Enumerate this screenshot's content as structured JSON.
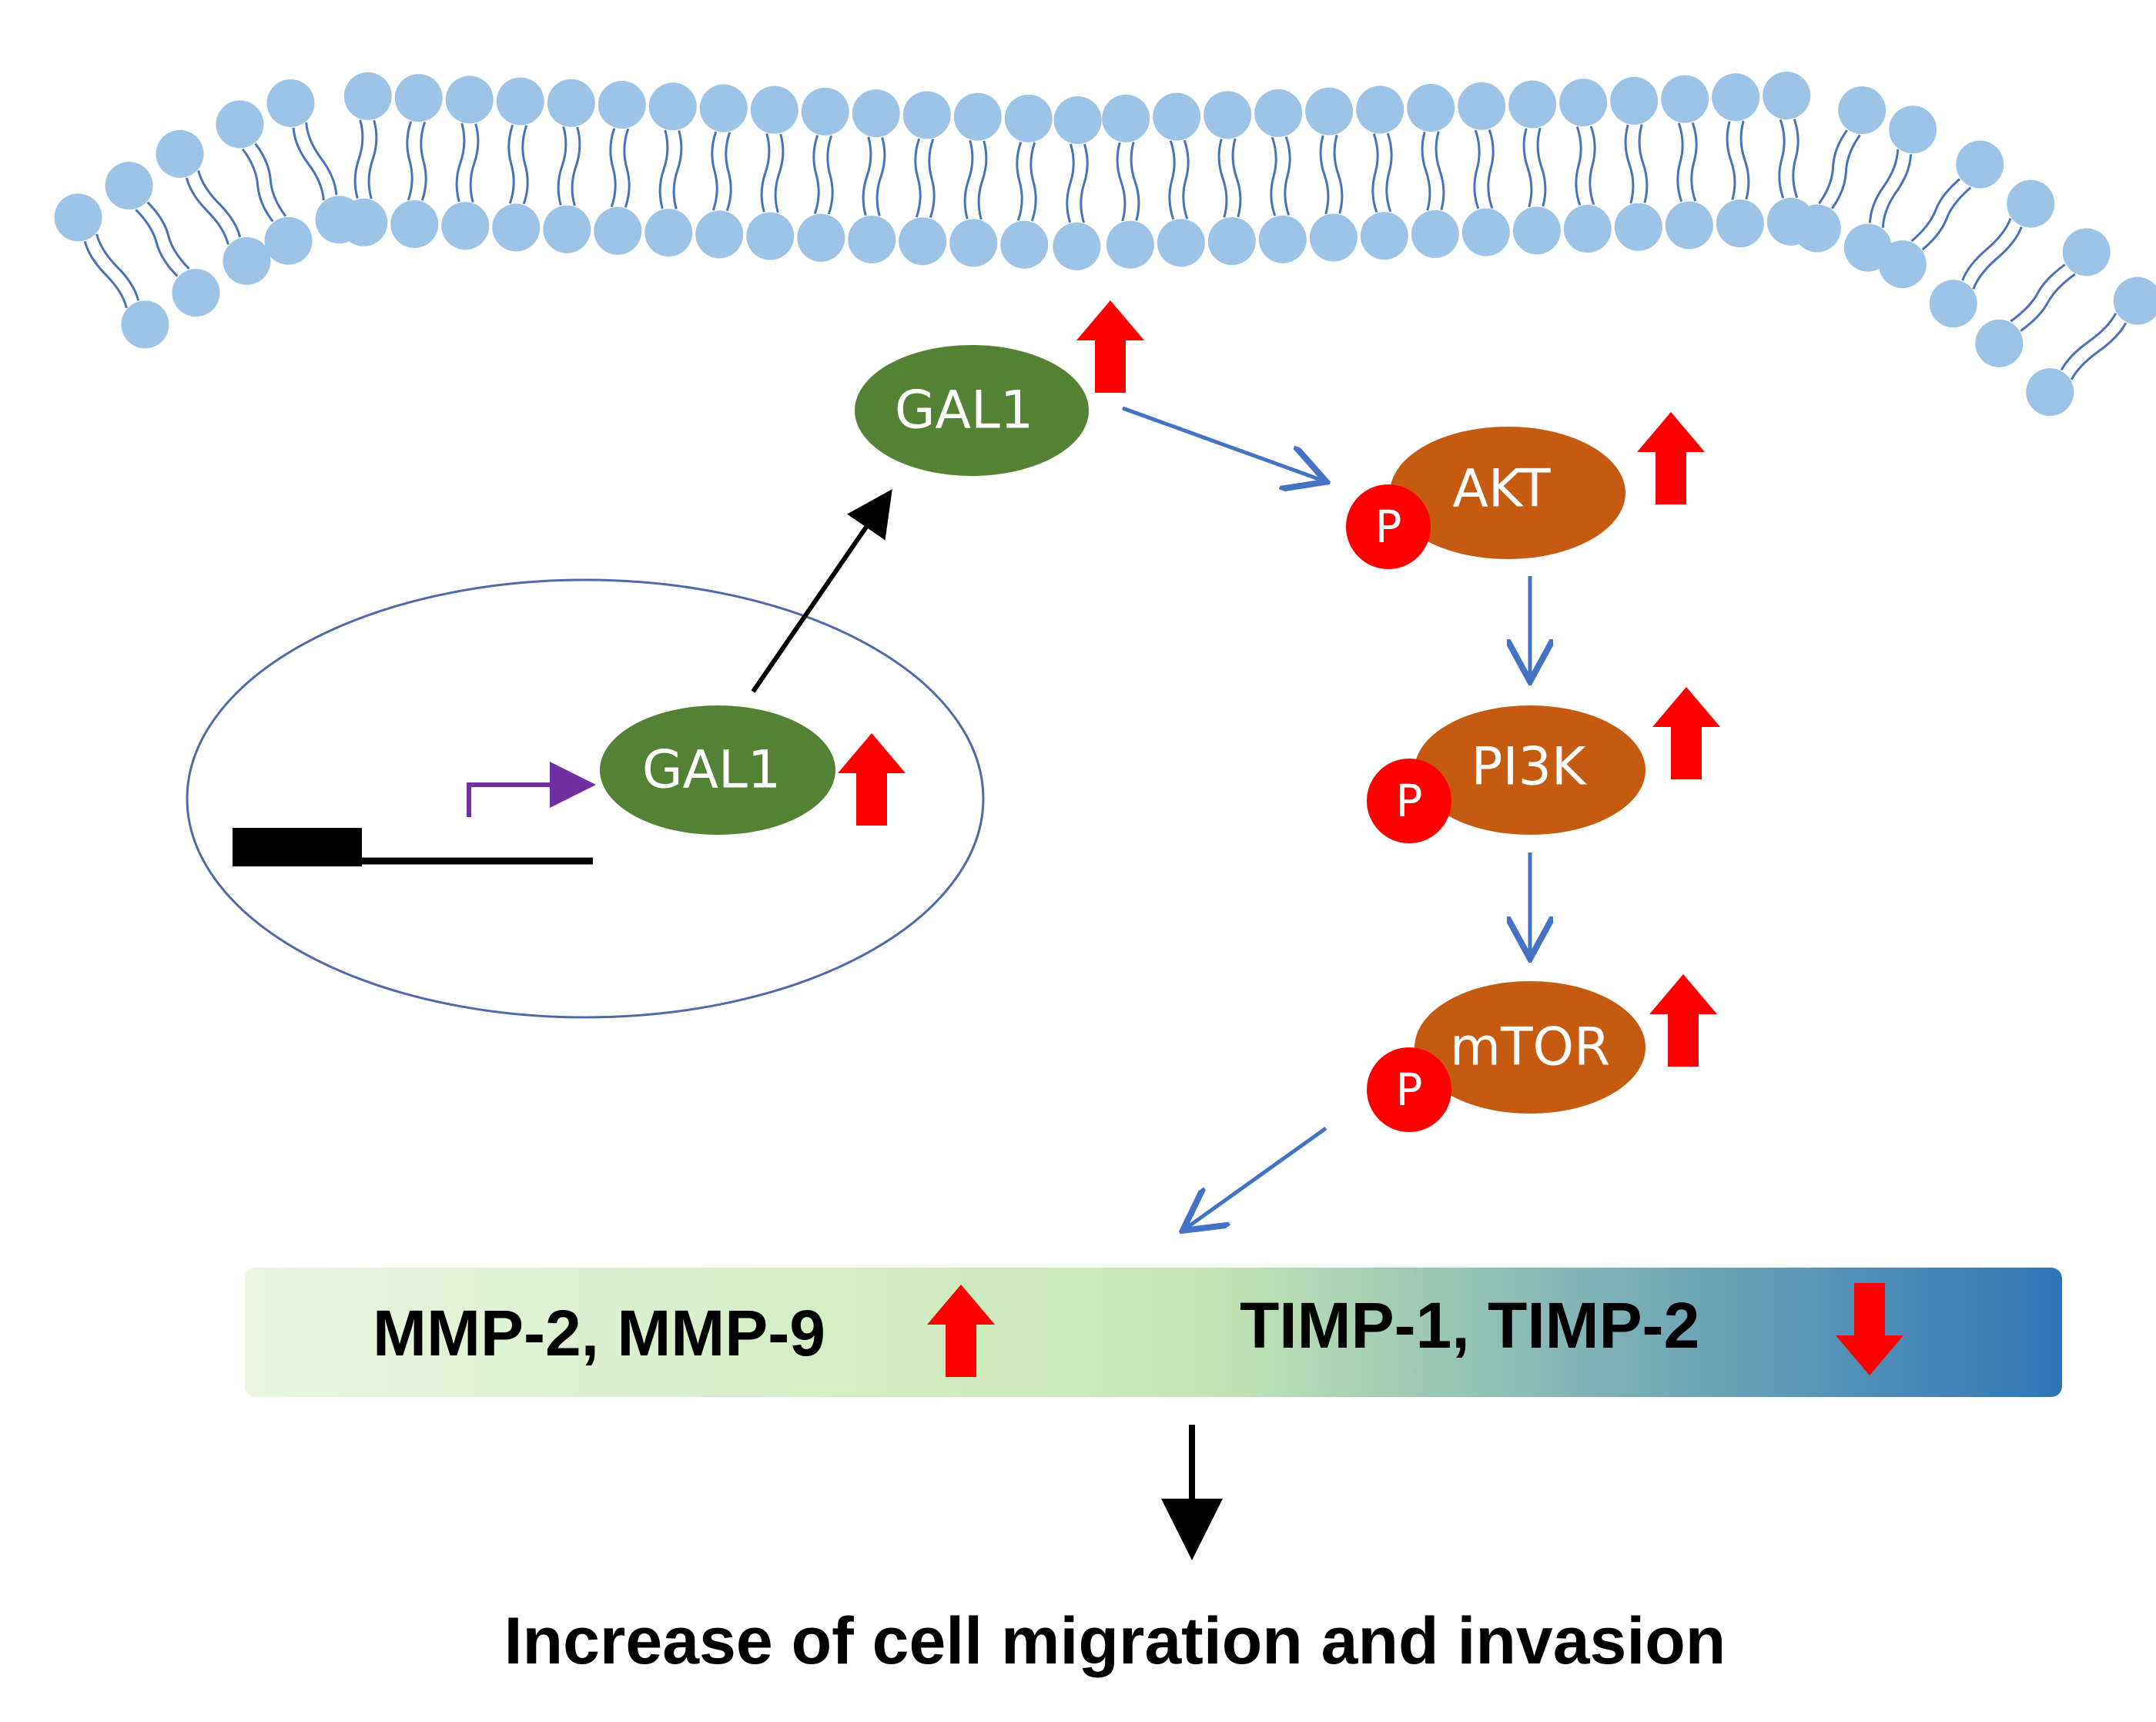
{
  "nodes": {
    "gal1_nucleus": "GAL1",
    "gal1_cytoplasm": "GAL1",
    "akt": "AKT",
    "pi3k": "PI3K",
    "mtor": "mTOR"
  },
  "phospho_label": "P",
  "effectors": {
    "upregulated": "MMP-2, MMP-9",
    "downregulated": "TIMP-1, TIMP-2"
  },
  "outcome": "Increase of cell migration and invasion",
  "colors": {
    "membrane_head": "#9dc3e6",
    "membrane_tail": "#4a72b8",
    "gal1": "#548235",
    "kinase": "#c55a11",
    "phospho": "#ff0000",
    "arrow_red": "#ff0000",
    "arrow_blue": "#4472c4",
    "promoter_arrow": "#7030a0",
    "bar_start": "#eaf6e0",
    "bar_mid": "#c6e8b4",
    "bar_end": "#2e75b6"
  }
}
